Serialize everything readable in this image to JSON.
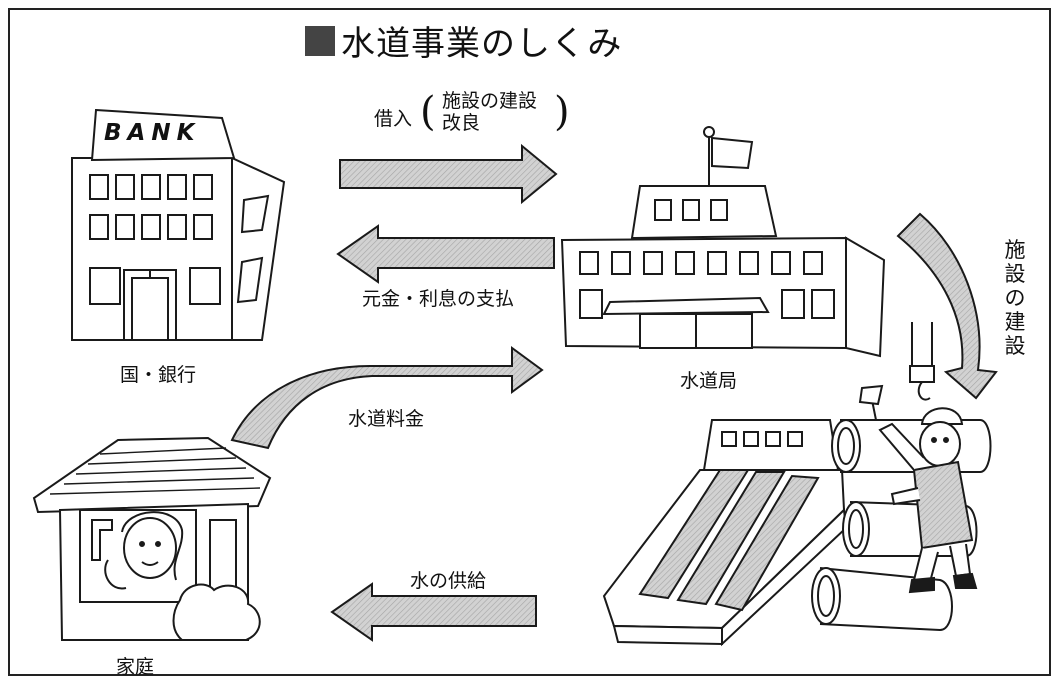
{
  "title": "水道事業のしくみ",
  "bank_sign": "BANK",
  "nodes": {
    "bank_label": "国・銀行",
    "waterworks_label": "水道局",
    "home_label": "家庭"
  },
  "arrows": {
    "loan": "借入",
    "loan_purpose_1": "施設の建設",
    "loan_purpose_2": "改良",
    "repayment": "元金・利息の支払",
    "water_fee": "水道料金",
    "water_supply": "水の供給",
    "facility_construction": "施設の建設"
  },
  "colors": {
    "arrow_fill": "#c9c9c9",
    "arrow_hatch": "#9a9a9a",
    "line": "#1a1a1a"
  }
}
